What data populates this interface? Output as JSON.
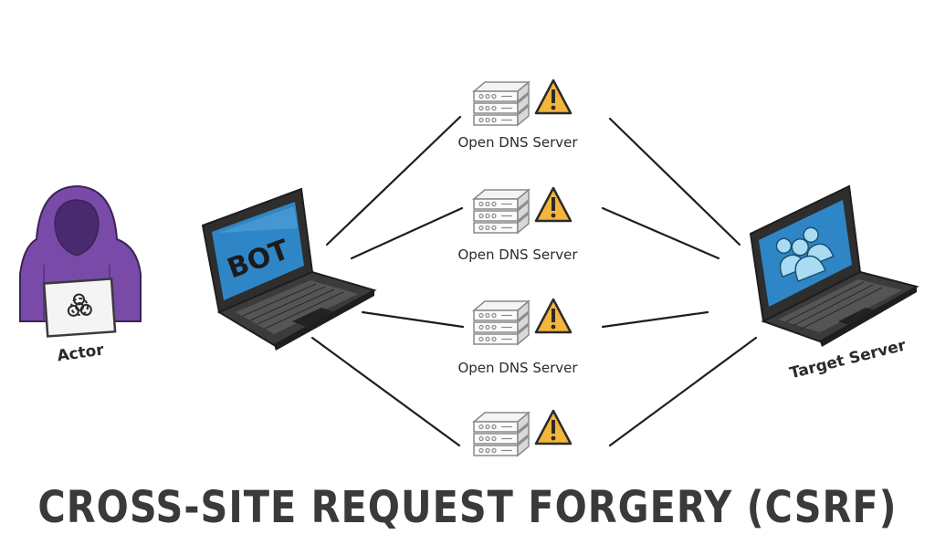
{
  "actor": {
    "label": "Actor",
    "icon": "biohazard-icon",
    "hood_color": "#7a4aa8"
  },
  "bot": {
    "screen_text": "BOT",
    "screen_color": "#2f86c6"
  },
  "dns_servers": [
    {
      "label": "Open DNS Server"
    },
    {
      "label": "Open DNS Server"
    },
    {
      "label": "Open DNS Server"
    },
    {
      "label": ""
    }
  ],
  "target": {
    "label": "Target Server",
    "screen_color": "#2f86c6",
    "icon": "users-icon"
  },
  "warning_color": "#f3b63a",
  "title": "CROSS-SITE REQUEST FORGERY (CSRF)"
}
